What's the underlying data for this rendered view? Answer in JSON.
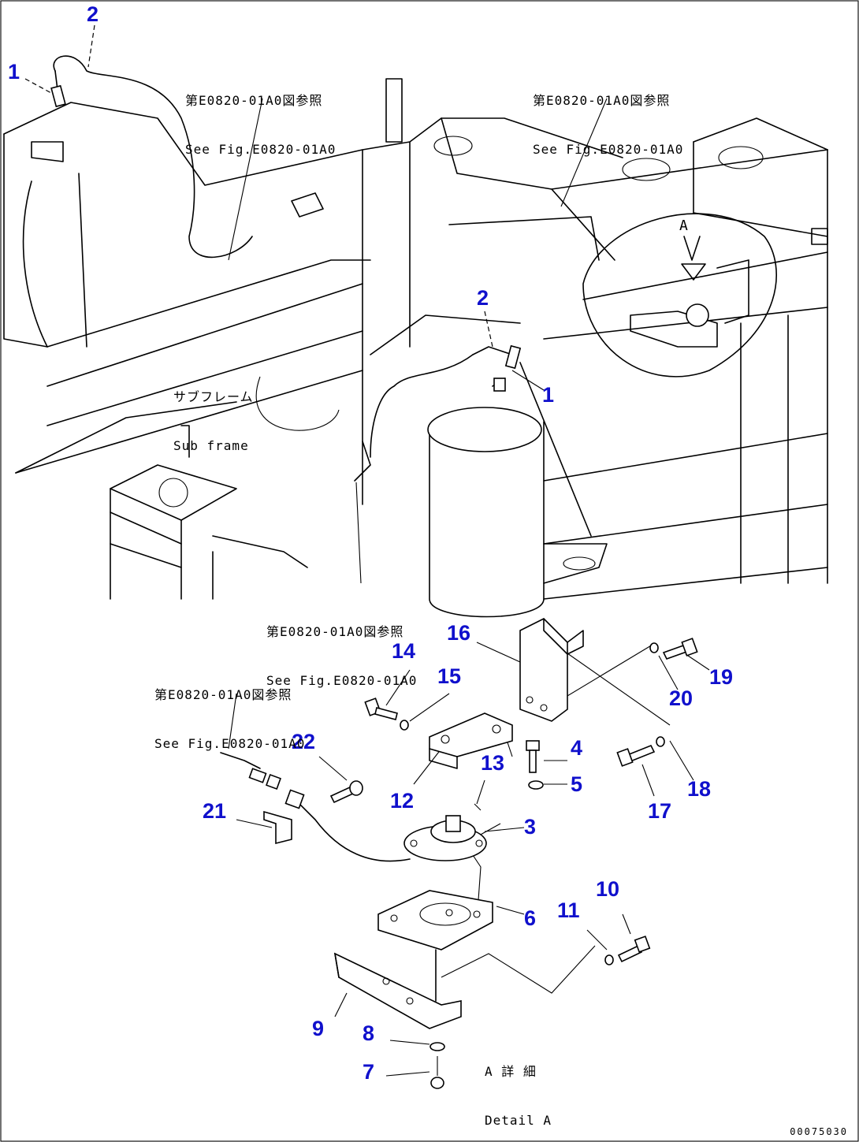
{
  "callouts": {
    "c1a": "1",
    "c2a": "2",
    "c2b": "2",
    "c1b": "1",
    "c3": "3",
    "c4": "4",
    "c5": "5",
    "c6": "6",
    "c7": "7",
    "c8": "8",
    "c9": "9",
    "c10": "10",
    "c11": "11",
    "c12": "12",
    "c13": "13",
    "c14": "14",
    "c15": "15",
    "c16": "16",
    "c17": "17",
    "c18": "18",
    "c19": "19",
    "c20": "20",
    "c21": "21",
    "c22": "22"
  },
  "references": {
    "ref_top_left": {
      "jp": "第E0820-01A0図参照",
      "en": "See Fig.E0820-01A0"
    },
    "ref_top_right": {
      "jp": "第E0820-01A0図参照",
      "en": "See Fig.E0820-01A0"
    },
    "ref_mid": {
      "jp": "第E0820-01A0図参照",
      "en": "See Fig.E0820-01A0"
    },
    "ref_lower_left": {
      "jp": "第E0820-01A0図参照",
      "en": "See Fig.E0820-01A0"
    }
  },
  "labels": {
    "sub_frame_jp": "サブフレーム",
    "sub_frame_en": "Sub frame",
    "view_a": "A",
    "detail_jp": "A 詳 細",
    "detail_en": "Detail A"
  },
  "drawing_code": "00075030",
  "colors": {
    "callout": "#1010cc",
    "line": "#000000"
  }
}
